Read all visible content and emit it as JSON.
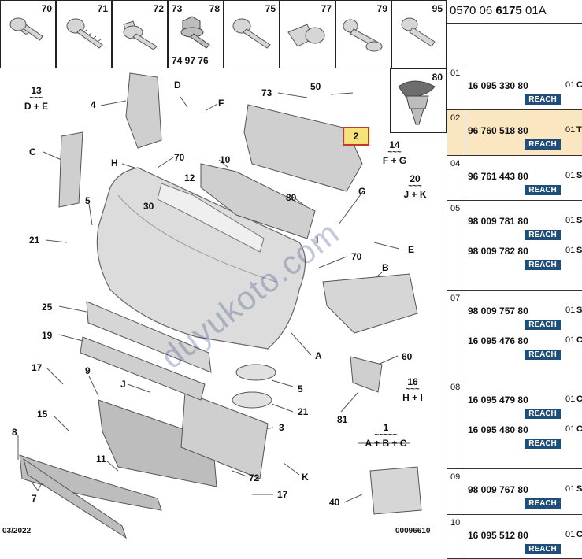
{
  "fasteners": {
    "cells": [
      {
        "num": "70"
      },
      {
        "num": "71"
      },
      {
        "num": "72"
      },
      {
        "num": "73",
        "num2": "78",
        "sub": "74 97 76"
      },
      {
        "num": "75"
      },
      {
        "num": "77"
      },
      {
        "num": "79"
      },
      {
        "num": "95"
      }
    ],
    "extra": {
      "num": "80"
    }
  },
  "diagram": {
    "callouts": {
      "c13": "13",
      "c13sub": "D + E",
      "c4": "4",
      "cD": "D",
      "cF": "F",
      "c73": "73",
      "c50": "50",
      "c2": "2",
      "c14": "14",
      "c14sub": "F + G",
      "cC": "C",
      "cH": "H",
      "c70a": "70",
      "c10": "10",
      "c12": "12",
      "c20": "20",
      "c20sub": "J + K",
      "c5a": "5",
      "c30": "30",
      "c80": "80",
      "cG": "G",
      "c21a": "21",
      "cI": "I",
      "cE": "E",
      "c70b": "70",
      "cB": "B",
      "c25": "25",
      "c19": "19",
      "cA": "A",
      "c60": "60",
      "c17a": "17",
      "c9": "9",
      "cJ": "J",
      "c5b": "5",
      "c16": "16",
      "c16sub": "H + I",
      "c21b": "21",
      "c15": "15",
      "c3": "3",
      "c81": "81",
      "c1": "1",
      "c1sub": "A + B + C",
      "c8": "8",
      "c11": "11",
      "c72": "72",
      "cK": "K",
      "c7": "7",
      "c17b": "17",
      "c40": "40"
    },
    "watermark": "duyukoto.com",
    "date": "03/2022",
    "doc_ref": "00096610"
  },
  "parts_list": {
    "reference": {
      "prefix": "0570 06",
      "bold": "6175",
      "suffix": "01A"
    },
    "rows": [
      {
        "index": "01",
        "items": [
          {
            "pn": "16 095 330 80",
            "qty": "01",
            "ex": "C",
            "reach": "REACH"
          }
        ]
      },
      {
        "index": "02",
        "items": [
          {
            "pn": "96 760 518 80",
            "qty": "01",
            "ex": "T",
            "reach": "REACH"
          }
        ],
        "selected": true
      },
      {
        "index": "04",
        "items": [
          {
            "pn": "96 761 443 80",
            "qty": "01",
            "ex": "S",
            "reach": "REACH"
          }
        ]
      },
      {
        "index": "05",
        "items": [
          {
            "pn": "98 009 781 80",
            "qty": "01",
            "ex": "S",
            "reach": "REACH"
          },
          {
            "pn": "98 009 782 80",
            "qty": "01",
            "ex": "S",
            "reach": "REACH"
          }
        ]
      },
      {
        "index": "07",
        "items": [
          {
            "pn": "98 009 757 80",
            "qty": "01",
            "ex": "S",
            "reach": "REACH"
          },
          {
            "pn": "16 095 476 80",
            "qty": "01",
            "ex": "C",
            "reach": "REACH"
          }
        ]
      },
      {
        "index": "08",
        "items": [
          {
            "pn": "16 095 479 80",
            "qty": "01",
            "ex": "C",
            "reach": "REACH"
          },
          {
            "pn": "16 095 480 80",
            "qty": "01",
            "ex": "C",
            "reach": "REACH"
          }
        ]
      },
      {
        "index": "09",
        "items": [
          {
            "pn": "98 009 767 80",
            "qty": "01",
            "ex": "S",
            "reach": "REACH"
          }
        ]
      },
      {
        "index": "10",
        "items": [
          {
            "pn": "16 095 512 80",
            "qty": "01",
            "ex": "C",
            "reach": "REACH"
          }
        ]
      }
    ]
  },
  "colors": {
    "reach_badge": "#1f4e79",
    "selected_row": "#fbe6c2",
    "highlight_fill": "#f7e27a",
    "highlight_border": "#c0392b"
  }
}
